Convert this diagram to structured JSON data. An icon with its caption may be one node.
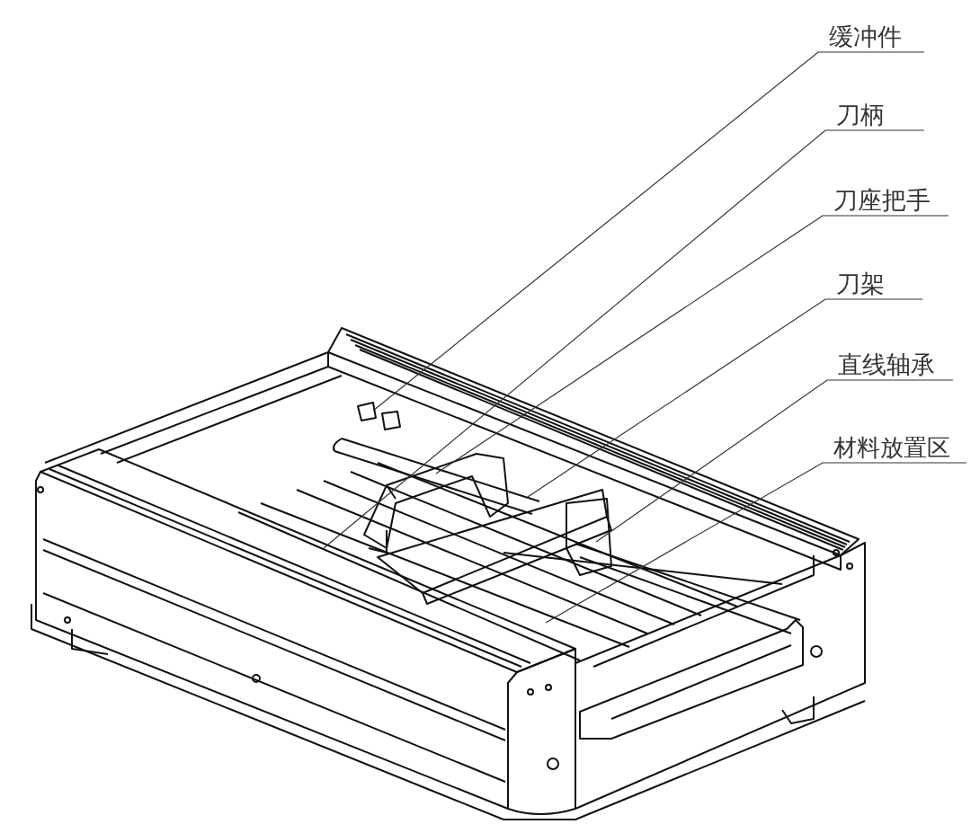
{
  "diagram": {
    "nodes": [
      {
        "text": [
          "缓冲件"
        ]
      },
      {
        "text": [
          "刀柄"
        ]
      },
      {
        "text": [
          "刀座把手"
        ]
      },
      {
        "text": [
          "刀架"
        ]
      },
      {
        "text": [
          "直线轴承"
        ]
      },
      {
        "text": [
          "材料放置区"
        ]
      }
    ],
    "edges": [
      {
        "from": 0,
        "to": null,
        "arrow": "none"
      },
      {
        "from": 1,
        "to": null,
        "arrow": "none"
      },
      {
        "from": 2,
        "to": null,
        "arrow": "none"
      },
      {
        "from": 3,
        "to": null,
        "arrow": "none"
      },
      {
        "from": 4,
        "to": null,
        "arrow": "none"
      },
      {
        "from": 5,
        "to": null,
        "arrow": "none"
      }
    ]
  }
}
